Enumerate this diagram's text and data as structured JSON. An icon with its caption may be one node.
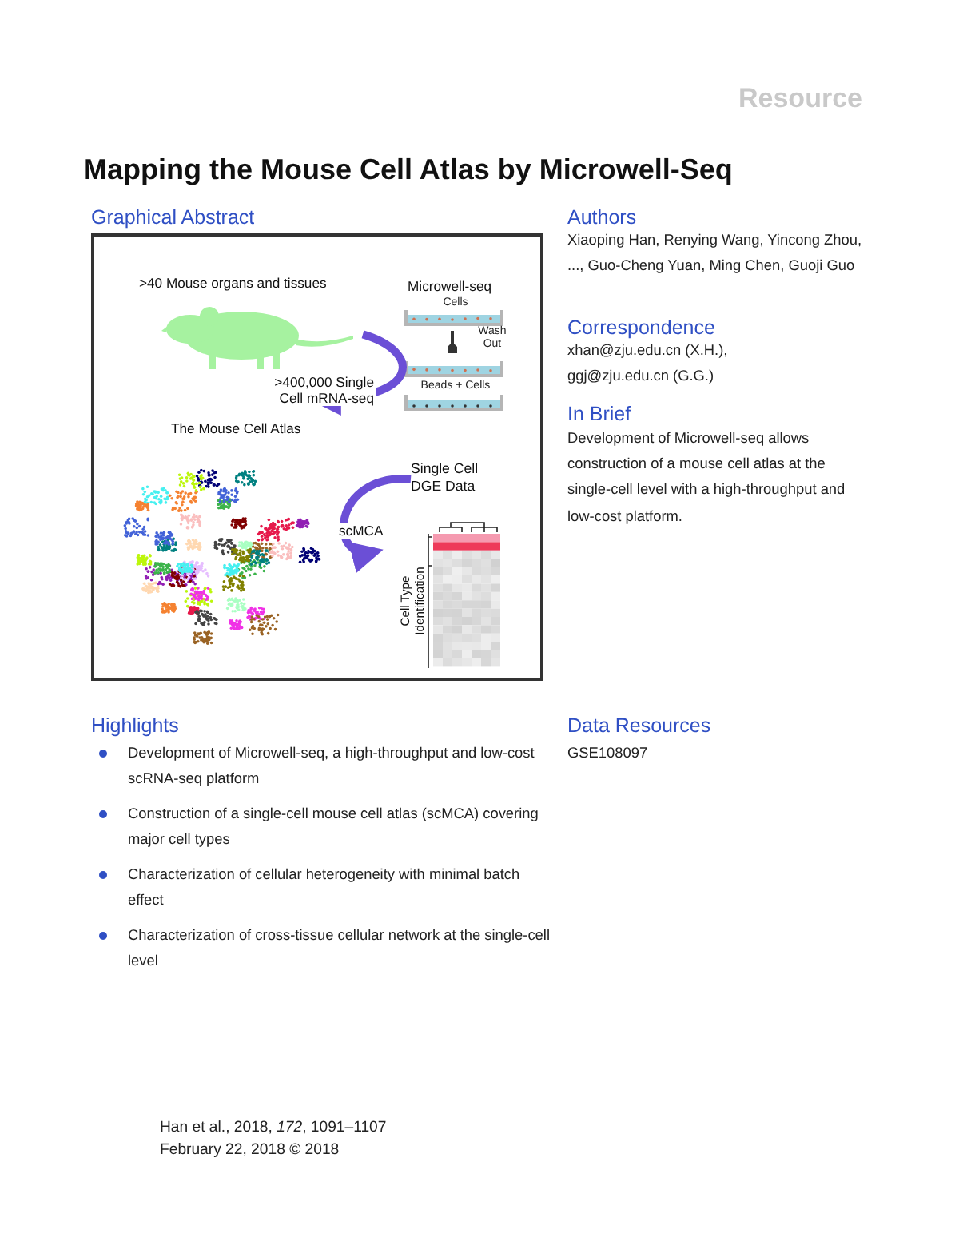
{
  "diagram": {
    "title": "Mapping the Mouse Cell Atlas by Microwell-Seq",
    "nodes": [
      {
        "text": [],
        "shape": "box"
      },
      {
        "text": [
          ">40 Mouse organs and tissues"
        ],
        "in": 0
      },
      {
        "text": [
          "Microwell-seq"
        ],
        "in": 0
      },
      {
        "text": [
          "The Mouse Cell Atlas"
        ],
        "in": 0
      },
      {
        "text": [
          "Single Cell DGE Data"
        ],
        "in": 0
      },
      {
        "text": [
          "Cell Type Identification"
        ],
        "in": 0
      }
    ],
    "edges": [
      {
        "from": 1,
        "to": 3,
        "arrow": "to",
        "label": ">400,000 Single Cell mRNA-seq"
      },
      {
        "from": 4,
        "to": 5,
        "arrow": "to",
        "label": "scMCA"
      }
    ],
    "labels": [
      "Resource",
      "Graphical Abstract",
      "Authors",
      "Xiaoping Han, Renying Wang, Yincong Zhou, ..., Guo-Cheng Yuan, Ming Chen, Guoji Guo",
      "Correspondence",
      "xhan@zju.edu.cn (X.H.), ggj@zju.edu.cn (G.G.)",
      "In Brief",
      "Development of Microwell-seq allows construction of a mouse cell atlas at the single-cell level with a high-throughput and low-cost platform.",
      "Cells",
      "Wash Out",
      "Beads + Cells",
      "Highlights",
      "Development of Microwell-seq, a high-throughput and low-cost scRNA-seq platform",
      "Construction of a single-cell mouse cell atlas (scMCA) covering major cell types",
      "Characterization of cellular heterogeneity with minimal batch effect",
      "Characterization of cross-tissue cellular network at the single-cell level",
      "Data Resources",
      "GSE108097",
      "Han et al., 2018, *172*, 1091–1107",
      "February 22, 2018 © 2018"
    ]
  }
}
